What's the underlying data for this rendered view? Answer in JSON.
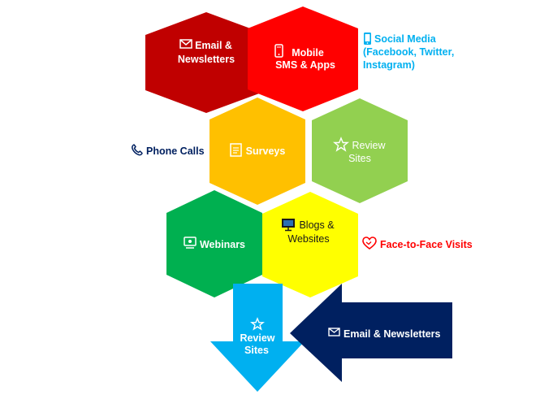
{
  "hexagons": [
    {
      "id": "email",
      "lines": [
        "Email &",
        "Newsletters"
      ],
      "icon": "envelope-icon",
      "fill": "#C00000",
      "text_color": "#ffffff"
    },
    {
      "id": "mobile",
      "lines": [
        "Mobile",
        "SMS & Apps"
      ],
      "icon": "mobile-phone-icon",
      "fill": "#FF0000",
      "text_color": "#ffffff"
    },
    {
      "id": "surveys",
      "lines": [
        "Surveys"
      ],
      "icon": "clipboard-icon",
      "fill": "#FFC000",
      "text_color": "#ffffff"
    },
    {
      "id": "review",
      "lines": [
        "Review",
        "Sites"
      ],
      "icon": "star-icon",
      "fill": "#92D050",
      "text_color": "#ffffff"
    },
    {
      "id": "webinars",
      "lines": [
        "Webinars"
      ],
      "icon": "presenter-icon",
      "fill": "#00B050",
      "text_color": "#ffffff"
    },
    {
      "id": "blogs",
      "lines": [
        "Blogs &",
        "Websites"
      ],
      "icon": "monitor-icon",
      "fill": "#FFFF00",
      "text_color": "#1a1a1a"
    }
  ],
  "outer_labels": [
    {
      "id": "social",
      "lines": [
        "Social Media",
        "(Facebook, Twitter,",
        "Instagram)"
      ],
      "icon": "smartphone-icon",
      "color": "#00B0F0"
    },
    {
      "id": "phone",
      "lines": [
        "Phone Calls"
      ],
      "icon": "phone-icon",
      "color": "#002060"
    },
    {
      "id": "face",
      "lines": [
        "Face-to-Face Visits"
      ],
      "icon": "handshake-heart-icon",
      "color": "#FF0000"
    }
  ],
  "arrows": [
    {
      "id": "down",
      "lines": [
        "Review",
        "Sites"
      ],
      "icon": "star-icon",
      "fill": "#00B0F0",
      "text_color": "#ffffff"
    },
    {
      "id": "left",
      "lines": [
        "Email & Newsletters"
      ],
      "icon": "envelope-icon",
      "fill": "#002060",
      "text_color": "#ffffff"
    }
  ]
}
